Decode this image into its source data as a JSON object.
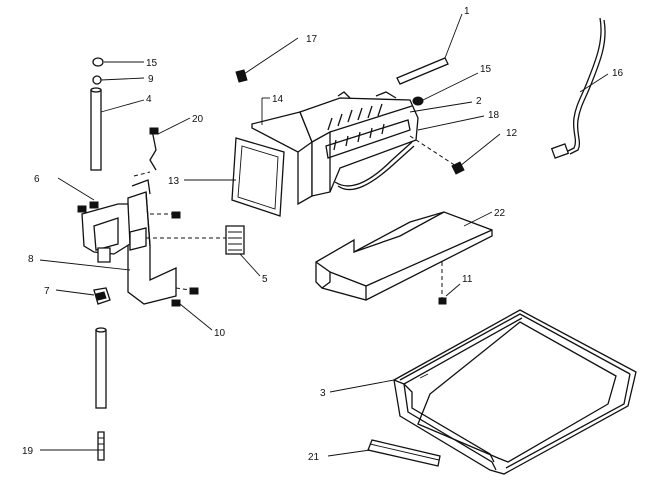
{
  "diagram": {
    "callouts": {
      "c1": "1",
      "c2": "2",
      "c3": "3",
      "c4": "4",
      "c5": "5",
      "c6": "6",
      "c7": "7",
      "c8": "8",
      "c9": "9",
      "c10": "10",
      "c11": "11",
      "c12": "12",
      "c13": "13",
      "c14": "14",
      "c15a": "15",
      "c15b": "15",
      "c16": "16",
      "c17": "17",
      "c18": "18",
      "c19": "19",
      "c20": "20",
      "c21": "21",
      "c22": "22"
    }
  }
}
